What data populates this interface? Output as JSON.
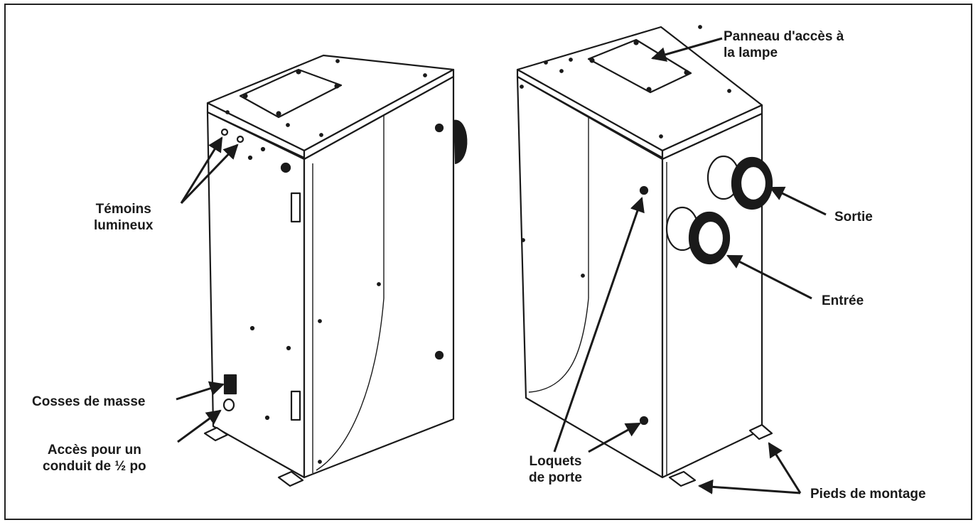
{
  "labels": {
    "temoins": [
      "Témoins",
      "lumineux"
    ],
    "cosses": "Cosses de masse",
    "acces": [
      "Accès pour un",
      "conduit de ½ po"
    ],
    "panneau": [
      "Panneau d'accès à",
      "la lampe"
    ],
    "sortie": "Sortie",
    "entree": "Entrée",
    "loquets": [
      "Loquets",
      "de porte"
    ],
    "pieds": "Pieds de montage"
  },
  "colors": {
    "line": "#1a1a1a",
    "fill": "#ffffff",
    "frame": "#222222"
  }
}
